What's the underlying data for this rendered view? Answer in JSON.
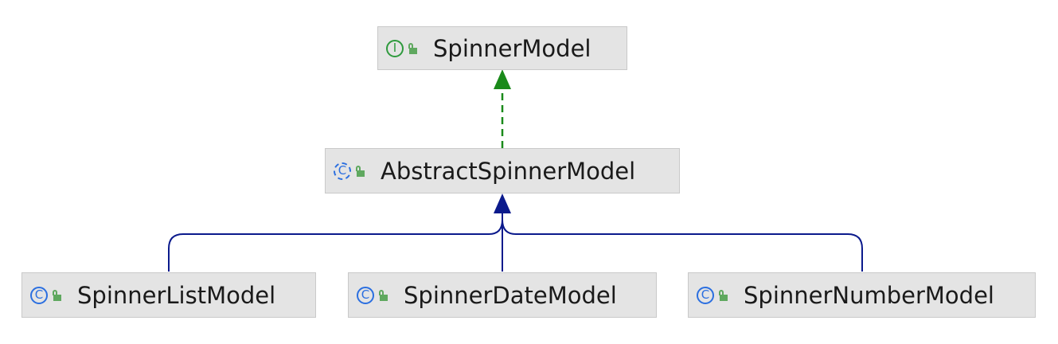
{
  "nodes": {
    "spinner_model": {
      "name": "SpinnerModel",
      "kind": "interface",
      "kind_glyph": "I",
      "visibility_icon": "lock-icon"
    },
    "abstract_spinner_model": {
      "name": "AbstractSpinnerModel",
      "kind": "abstract-class",
      "kind_glyph": "C",
      "visibility_icon": "lock-icon"
    },
    "spinner_list_model": {
      "name": "SpinnerListModel",
      "kind": "class",
      "kind_glyph": "C",
      "visibility_icon": "lock-icon"
    },
    "spinner_date_model": {
      "name": "SpinnerDateModel",
      "kind": "class",
      "kind_glyph": "C",
      "visibility_icon": "lock-icon"
    },
    "spinner_number_model": {
      "name": "SpinnerNumberModel",
      "kind": "class",
      "kind_glyph": "C",
      "visibility_icon": "lock-icon"
    }
  },
  "edges": [
    {
      "from": "abstract_spinner_model",
      "to": "spinner_model",
      "type": "implements",
      "color": "#1a8a1a",
      "style": "dashed"
    },
    {
      "from": "spinner_list_model",
      "to": "abstract_spinner_model",
      "type": "extends",
      "color": "#0b1a8c",
      "style": "solid"
    },
    {
      "from": "spinner_date_model",
      "to": "abstract_spinner_model",
      "type": "extends",
      "color": "#0b1a8c",
      "style": "solid"
    },
    {
      "from": "spinner_number_model",
      "to": "abstract_spinner_model",
      "type": "extends",
      "color": "#0b1a8c",
      "style": "solid"
    }
  ],
  "colors": {
    "node_fill": "#e4e4e4",
    "interface_icon": "#2e9a3d",
    "class_icon": "#2b6fe0",
    "lock_icon": "#5fa85f"
  }
}
